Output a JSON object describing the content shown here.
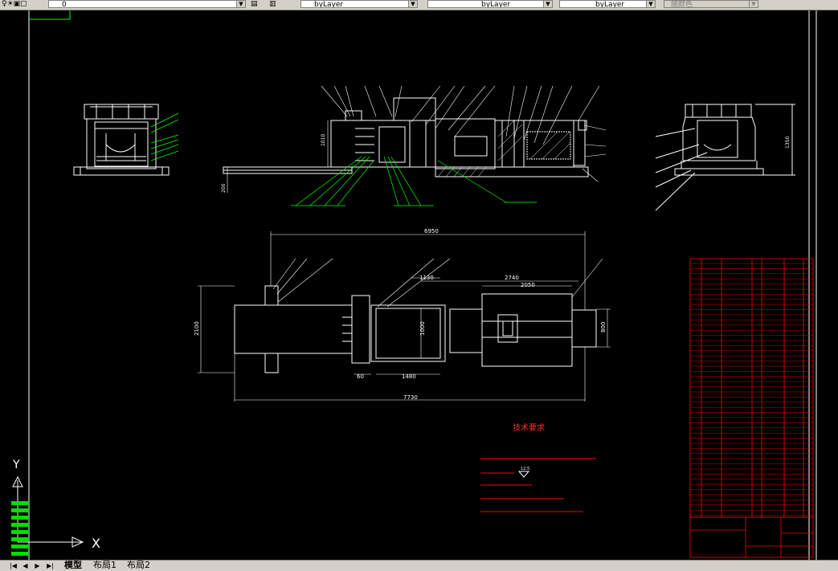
{
  "toolbar": {
    "layer_name": "0",
    "color_control": "byLayer",
    "linetype_control": "byLayer",
    "lineweight_control": "byLayer",
    "plotstyle_control": "随颜色"
  },
  "drawing": {
    "tech_title": "技术要求",
    "dim_6950": "6950",
    "dim_2740": "2740",
    "dim_2050": "2050",
    "dim_1130": "1130",
    "dim_1000": "1000",
    "dim_1480": "1480",
    "dim_60": "60",
    "dim_7730": "7730",
    "dim_2100": "2100",
    "dim_800": "800",
    "dim_1010": "1010",
    "dim_200": "200",
    "dim_1350": "1350",
    "dim_124": "12.5"
  },
  "ucs": {
    "x_label": "X",
    "y_label": "Y"
  },
  "tabs": [
    {
      "label": "模型"
    },
    {
      "label": "布局1"
    },
    {
      "label": "布局2"
    }
  ],
  "colors": {
    "background": "#000000",
    "lines": "#ffffff",
    "leaders": "#00ff00",
    "redtable": "#ff0000",
    "ucs_green": "#00ff00"
  }
}
